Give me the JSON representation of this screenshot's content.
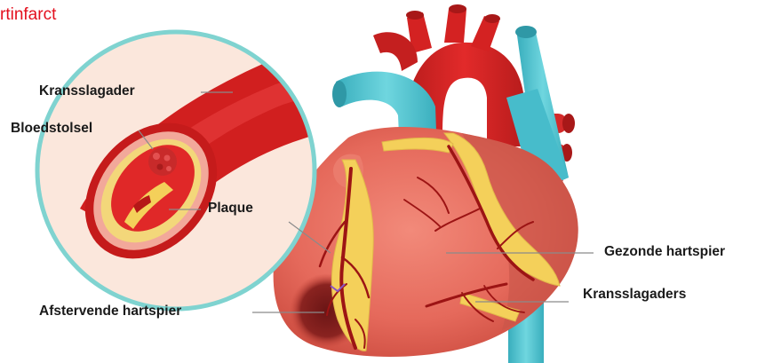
{
  "title": "rtinfarct",
  "labels": {
    "kransslagader": "Kransslagader",
    "bloedstolsel": "Bloedstolsel",
    "plaque": "Plaque",
    "gezonde_hartspier": "Gezonde hartspier",
    "kransslagaders": "Kransslagaders",
    "afstervende_hartspier": "Afstervende hartspier"
  },
  "colors": {
    "title": "#e3101e",
    "inset_bg": "#fbe7dc",
    "inset_border": "#7fd3d0",
    "artery": "#d11f1f",
    "aorta_vein": "#4bc3d0",
    "heart_muscle": "#e7675a",
    "fat": "#f4d05a",
    "necrosis": "#6a1a1a"
  }
}
